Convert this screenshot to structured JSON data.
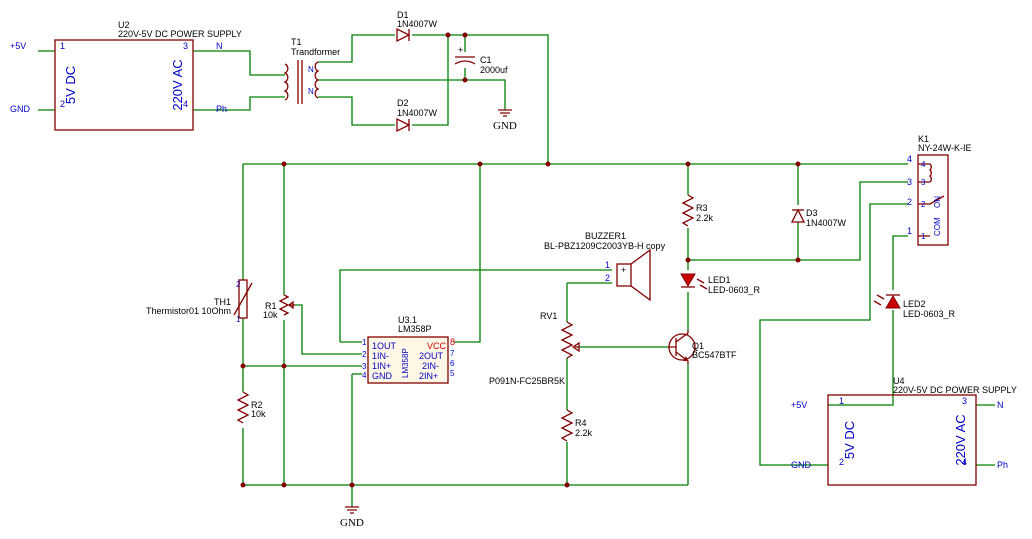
{
  "u2": {
    "ref": "U2",
    "value": "220V-5V DC POWER SUPPLY",
    "left_text": "5V DC",
    "right_text": "220V AC",
    "p1": "1",
    "p2": "2",
    "p3": "3",
    "p4": "4",
    "net_left_top": "+5V",
    "net_left_bottom": "GND",
    "net_right_top": "N",
    "net_right_bottom": "Ph"
  },
  "t1": {
    "ref": "T1",
    "value": "Trandformer",
    "n": "N"
  },
  "d1": {
    "ref": "D1",
    "value": "1N4007W"
  },
  "d2": {
    "ref": "D2",
    "value": "1N4007W"
  },
  "c1": {
    "ref": "C1",
    "value": "2000uf",
    "plus": "+"
  },
  "gnd": "GND",
  "k1": {
    "ref": "K1",
    "value": "NY-24W-K-IE",
    "p1": "1",
    "p2": "2",
    "p3": "3",
    "p4": "4",
    "com": "COM",
    "on": "ON"
  },
  "d3": {
    "ref": "D3",
    "value": "1N4007W"
  },
  "r3": {
    "ref": "R3",
    "value": "2.2k"
  },
  "buzzer": {
    "ref": "BUZZER1",
    "value": "BL-PBZ1209C2003YB-H copy",
    "p1": "1",
    "p2": "2",
    "plus": "+"
  },
  "led1": {
    "ref": "LED1",
    "value": "LED-0603_R"
  },
  "led2": {
    "ref": "LED2",
    "value": "LED-0603_R"
  },
  "q1": {
    "ref": "Q1",
    "value": "BC547BTF"
  },
  "rv1": {
    "ref": "RV1",
    "value": "P091N-FC25BR5K"
  },
  "r4": {
    "ref": "R4",
    "value": "2.2k"
  },
  "th1": {
    "ref": "TH1",
    "value": "Thermistor01 10Ohm",
    "p1": "1",
    "p2": "2"
  },
  "r1": {
    "ref": "R1",
    "value": "10k"
  },
  "r2": {
    "ref": "R2",
    "value": "10k"
  },
  "u3": {
    "ref": "U3.1",
    "value": "LM358P",
    "body": "LM358P",
    "pins_left": [
      "1OUT",
      "1IN-",
      "1IN+",
      "GND"
    ],
    "pins_right": [
      "VCC",
      "2OUT",
      "2IN-",
      "2IN+"
    ],
    "nums_left": [
      "1",
      "2",
      "3",
      "4"
    ],
    "nums_right": [
      "8",
      "7",
      "6",
      "5"
    ]
  },
  "u4": {
    "ref": "U4",
    "value": "220V-5V DC POWER SUPPLY",
    "left_text": "5V DC",
    "right_text": "220V AC",
    "p1": "1",
    "p2": "2",
    "p3": "3",
    "p4": "4",
    "net_left_top": "+5V",
    "net_left_bottom": "GND",
    "net_right_top": "N",
    "net_right_bottom": "Ph"
  },
  "colors": {
    "wire": "#008000",
    "symbol": "#840000",
    "pin_text": "#0000c8",
    "led_fill": "#c80000",
    "body_fill": "#fff8e6"
  }
}
